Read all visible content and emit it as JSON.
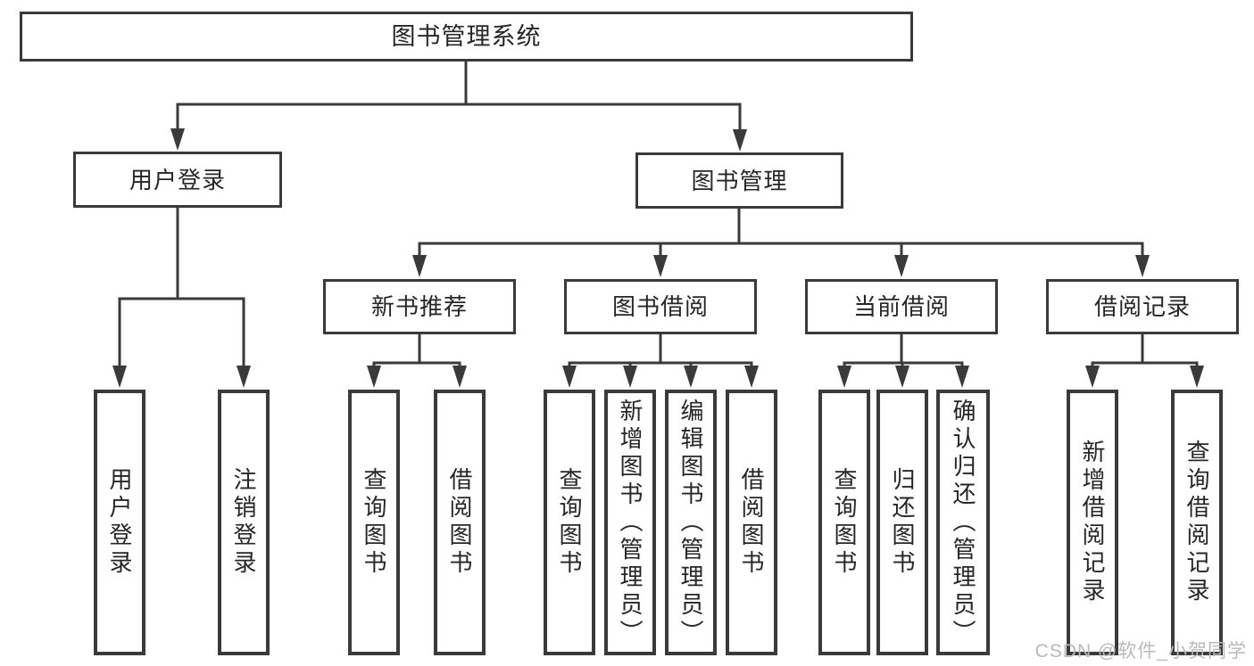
{
  "tree": {
    "label": "图书管理系统",
    "children": [
      {
        "label": "用户登录",
        "children": [
          {
            "label": "用户登录"
          },
          {
            "label": "注销登录"
          }
        ]
      },
      {
        "label": "图书管理",
        "children": [
          {
            "label": "新书推荐",
            "children": [
              {
                "label": "查询图书"
              },
              {
                "label": "借阅图书"
              }
            ]
          },
          {
            "label": "图书借阅",
            "children": [
              {
                "label": "查询图书"
              },
              {
                "label": "新增图书（管理员）"
              },
              {
                "label": "编辑图书（管理员）"
              },
              {
                "label": "借阅图书"
              }
            ]
          },
          {
            "label": "当前借阅",
            "children": [
              {
                "label": "查询图书"
              },
              {
                "label": "归还图书"
              },
              {
                "label": "确认归还（管理员）"
              }
            ]
          },
          {
            "label": "借阅记录",
            "children": [
              {
                "label": "新增借阅记录"
              },
              {
                "label": "查询借阅记录"
              }
            ]
          }
        ]
      }
    ]
  },
  "watermark": {
    "text": "CSDN @软件_小贺同学"
  },
  "colors": {
    "line": "#3a3a3a",
    "text": "#262626",
    "background": "#ffffff",
    "watermark": "#b9b9b9"
  }
}
